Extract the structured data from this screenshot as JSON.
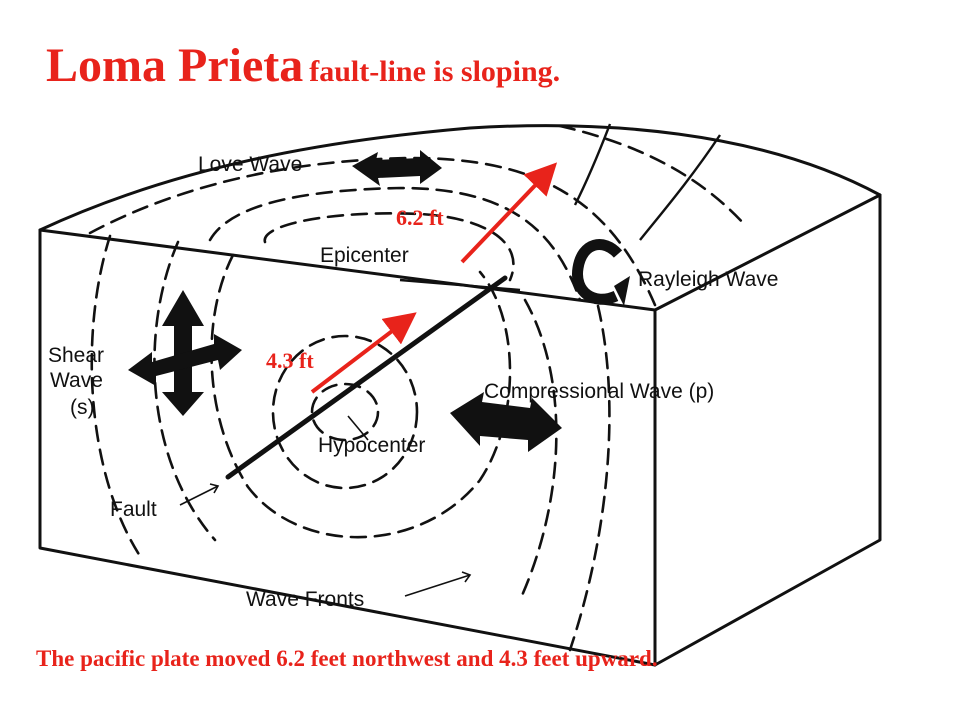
{
  "title": {
    "main": "Loma Prieta",
    "sub": "fault-line is sloping."
  },
  "labels": {
    "love_wave": "Love Wave",
    "epicenter": "Epicenter",
    "rayleigh_wave": "Rayleigh Wave",
    "shear_wave_line1": "Shear",
    "shear_wave_line2": "Wave",
    "shear_wave_line3": "(s)",
    "compressional_wave": "Compressional Wave (p)",
    "hypocenter": "Hypocenter",
    "fault": "Fault",
    "wave_fronts": "Wave Fronts"
  },
  "measurements": {
    "horizontal": "6.2 ft",
    "vertical": "4.3 ft"
  },
  "caption": "The pacific plate moved 6.2 feet northwest and 4.3 feet upward.",
  "colors": {
    "accent": "#e8231b",
    "ink": "#111111"
  }
}
